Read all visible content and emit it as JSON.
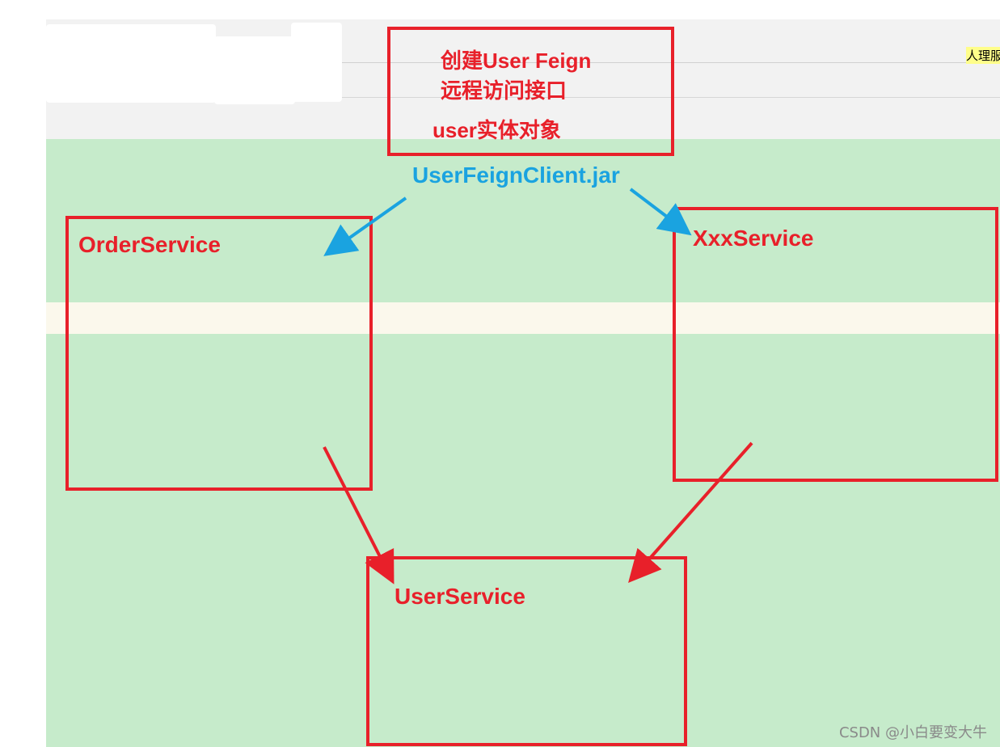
{
  "feign_box": {
    "line1": "创建User Feign",
    "line2": "远程访问接口",
    "line3": "user实体对象"
  },
  "jar_label": "UserFeignClient.jar",
  "services": {
    "order": "OrderService",
    "xxx": "XxxService",
    "user": "UserService"
  },
  "corner_text": "人理服",
  "watermark": "CSDN @小白要变大牛",
  "colors": {
    "red": "#e8202a",
    "blue": "#1aa3e0",
    "green_bg": "#c6ebcb"
  }
}
